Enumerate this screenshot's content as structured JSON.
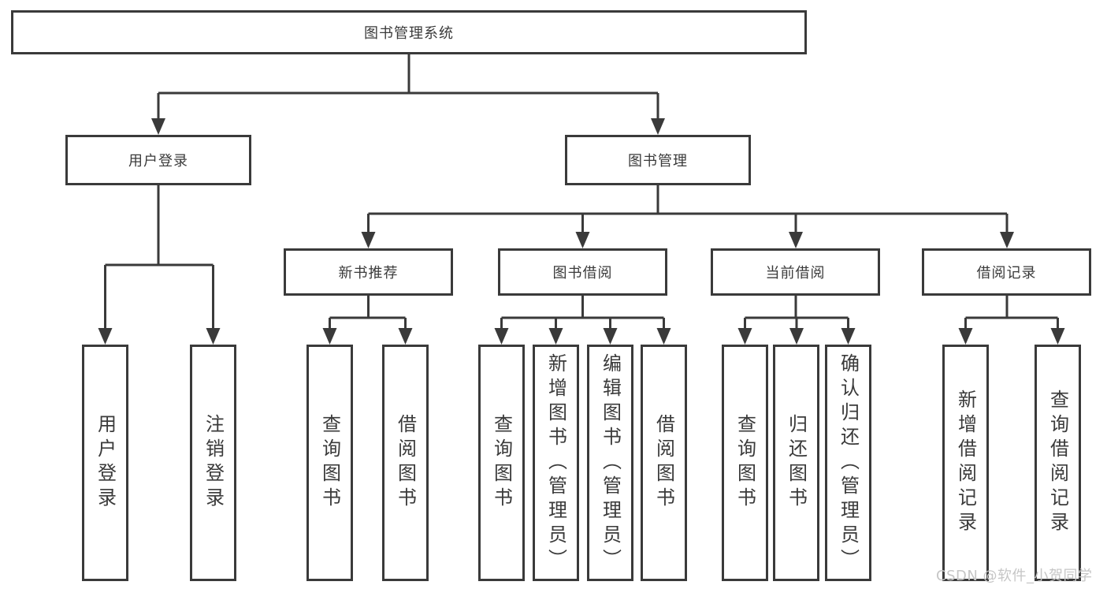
{
  "tree": {
    "root": "图书管理系统",
    "user_login": {
      "label": "用户登录",
      "children": [
        "用户登录",
        "注销登录"
      ]
    },
    "book_mgmt": {
      "label": "图书管理",
      "children": [
        {
          "label": "新书推荐",
          "children": [
            "查询图书",
            "借阅图书"
          ]
        },
        {
          "label": "图书借阅",
          "children": [
            "查询图书",
            "新增图书（管理员）",
            "编辑图书（管理员）",
            "借阅图书"
          ]
        },
        {
          "label": "当前借阅",
          "children": [
            "查询图书",
            "归还图书",
            "确认归还（管理员）"
          ]
        },
        {
          "label": "借阅记录",
          "children": [
            "新增借阅记录",
            "查询借阅记录"
          ]
        }
      ]
    }
  },
  "watermark": "CSDN @软件_小贺同学",
  "colors": {
    "line": "#3a3a3a",
    "text": "#3a3a3a",
    "watermark": "#c6c6c6",
    "background": "#ffffff"
  }
}
